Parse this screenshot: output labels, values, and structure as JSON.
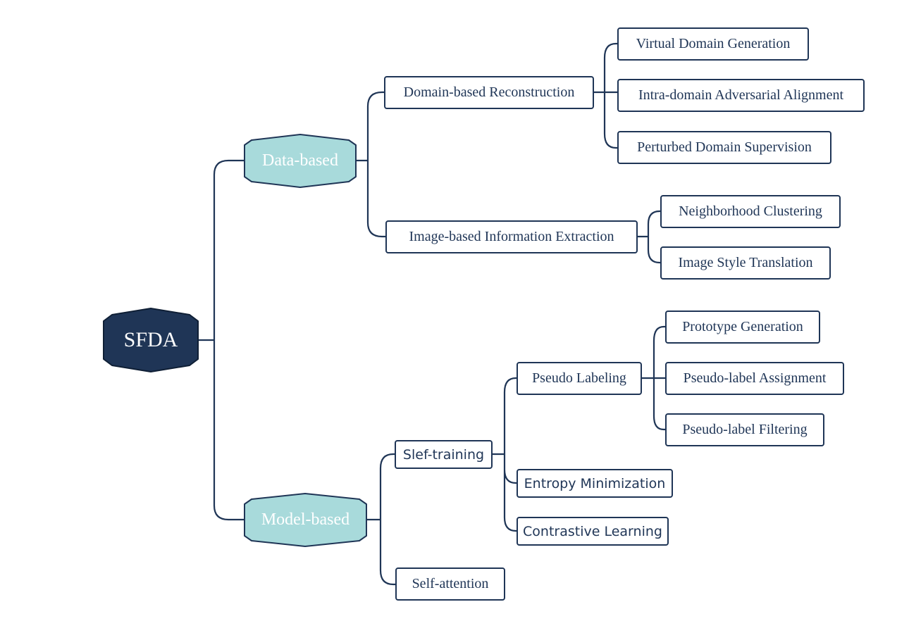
{
  "root": {
    "label": "SFDA",
    "fill": "#1f3556"
  },
  "categories": {
    "data": {
      "label": "Data-based",
      "fill": "#a8dadb"
    },
    "model": {
      "label": "Model-based",
      "fill": "#a8dadb"
    }
  },
  "data_based": {
    "domain_reconstruction": {
      "label": "Domain-based Reconstruction",
      "children": [
        "Virtual Domain Generation",
        "Intra-domain Adversarial Alignment",
        "Perturbed Domain Supervision"
      ]
    },
    "image_extraction": {
      "label": "Image-based Information Extraction",
      "children": [
        "Neighborhood Clustering",
        "Image Style Translation"
      ]
    }
  },
  "model_based": {
    "self_training": {
      "label": "Slef-training",
      "pseudo_labeling": {
        "label": "Pseudo Labeling",
        "children": [
          "Prototype Generation",
          "Pseudo-label Assignment",
          "Pseudo-label Filtering"
        ]
      },
      "entropy_minimization": "Entropy Minimization",
      "contrastive_learning": "Contrastive Learning"
    },
    "self_attention": "Self-attention"
  },
  "colors": {
    "line": "#1f3556",
    "text": "#1f3556",
    "accent": "#a8dadb"
  }
}
